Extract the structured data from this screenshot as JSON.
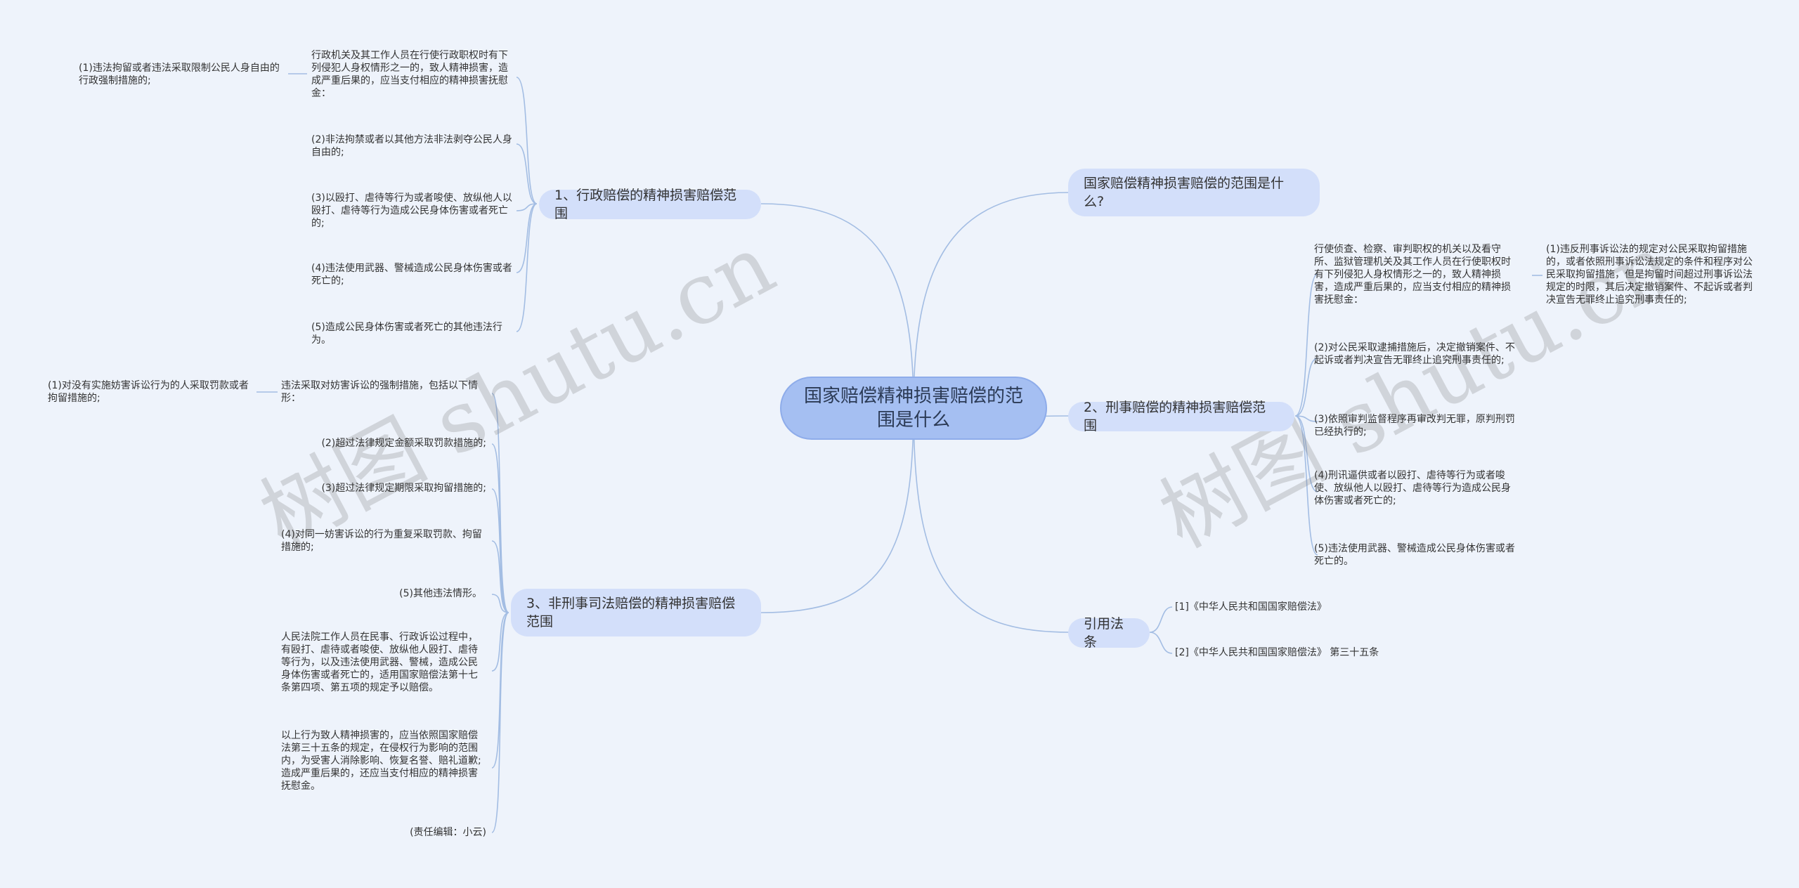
{
  "root": {
    "title": "国家赔偿精神损害赔偿的范围是什么"
  },
  "branches": {
    "admin": "1、行政赔偿的精神损害赔偿范围",
    "question": "国家赔偿精神损害赔偿的范围是什么?",
    "criminal": "2、刑事赔偿的精神损害赔偿范围",
    "noncriminal": "3、非刑事司法赔偿的精神损害赔偿范围",
    "law": "引用法条"
  },
  "admin": {
    "intro": "行政机关及其工作人员在行使行政职权时有下列侵犯人身权情形之一的，致人精神损害，造成严重后果的，应当支付相应的精神损害抚慰金：",
    "intro_sub": "(1)违法拘留或者违法采取限制公民人身自由的行政强制措施的;",
    "items": [
      "(2)非法拘禁或者以其他方法非法剥夺公民人身自由的;",
      "(3)以殴打、虐待等行为或者唆使、放纵他人以殴打、虐待等行为造成公民身体伤害或者死亡的;",
      "(4)违法使用武器、警械造成公民身体伤害或者死亡的;",
      "(5)造成公民身体伤害或者死亡的其他违法行为。"
    ]
  },
  "criminal": {
    "intro": "行使侦查、检察、审判职权的机关以及看守所、监狱管理机关及其工作人员在行使职权时有下列侵犯人身权情形之一的，致人精神损害，造成严重后果的，应当支付相应的精神损害抚慰金：",
    "intro_sub": "(1)违反刑事诉讼法的规定对公民采取拘留措施的，或者依照刑事诉讼法规定的条件和程序对公民采取拘留措施，但是拘留时间超过刑事诉讼法规定的时限，其后决定撤销案件、不起诉或者判决宣告无罪终止追究刑事责任的;",
    "items": [
      "(2)对公民采取逮捕措施后，决定撤销案件、不起诉或者判决宣告无罪终止追究刑事责任的;",
      "(3)依照审判监督程序再审改判无罪，原判刑罚已经执行的;",
      "(4)刑讯逼供或者以殴打、虐待等行为或者唆使、放纵他人以殴打、虐待等行为造成公民身体伤害或者死亡的;",
      "(5)违法使用武器、警械造成公民身体伤害或者死亡的。"
    ]
  },
  "noncriminal": {
    "intro": "违法采取对妨害诉讼的强制措施，包括以下情形：",
    "intro_sub": "(1)对没有实施妨害诉讼行为的人采取罚款或者拘留措施的;",
    "items": [
      "(2)超过法律规定金额采取罚款措施的;",
      "(3)超过法律规定期限采取拘留措施的;",
      "(4)对同一妨害诉讼的行为重复采取罚款、拘留措施的;",
      "(5)其他违法情形。",
      "人民法院工作人员在民事、行政诉讼过程中，有殴打、虐待或者唆使、放纵他人殴打、虐待等行为，以及违法使用武器、警械，造成公民身体伤害或者死亡的，适用国家赔偿法第十七条第四项、第五项的规定予以赔偿。",
      "以上行为致人精神损害的，应当依照国家赔偿法第三十五条的规定，在侵权行为影响的范围内，为受害人消除影响、恢复名誉、赔礼道歉;造成严重后果的，还应当支付相应的精神损害抚慰金。",
      "(责任编辑：小云)"
    ]
  },
  "law": {
    "items": [
      "[1]《中华人民共和国国家赔偿法》",
      "[2]《中华人民共和国国家赔偿法》 第三十五条"
    ]
  },
  "watermarks": [
    "树图 shutu.cn",
    "树图 shutu.cn"
  ],
  "colors": {
    "background": "#eef3fb",
    "root": "#a5bff2",
    "branch": "#d3dffa",
    "link": "#a3bde3"
  }
}
